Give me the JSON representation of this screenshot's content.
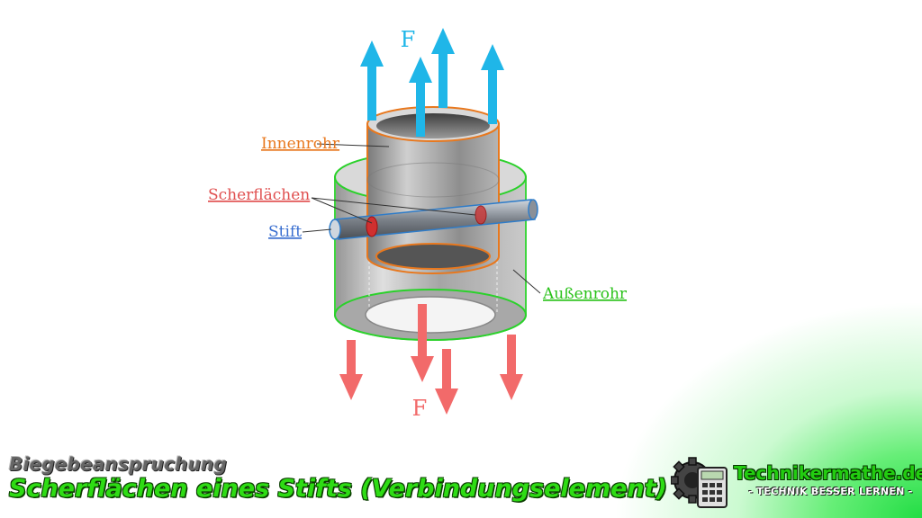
{
  "diagram": {
    "force_top": "F",
    "force_bottom": "F",
    "labels": {
      "inner_tube": "Innenrohr",
      "shear_surfaces": "Scherflächen",
      "pin": "Stift",
      "outer_tube": "Außenrohr"
    }
  },
  "caption": {
    "subtitle": "Biegebeanspruchung",
    "title": "Scherflächen eines Stifts (Verbindungselement)"
  },
  "brand": {
    "name": "Technikermathe.de",
    "slogan": "- TECHNIK BESSER LERNEN -",
    "logo_icon": "gear-calculator-icon"
  },
  "colors": {
    "force_up": "#1fb6e8",
    "force_down": "#f26a6a",
    "inner_label": "#e8781e",
    "shear_label": "#e05050",
    "pin_label": "#3a6fd0",
    "outer_label": "#2bc21b",
    "title_green": "#2edc14"
  }
}
